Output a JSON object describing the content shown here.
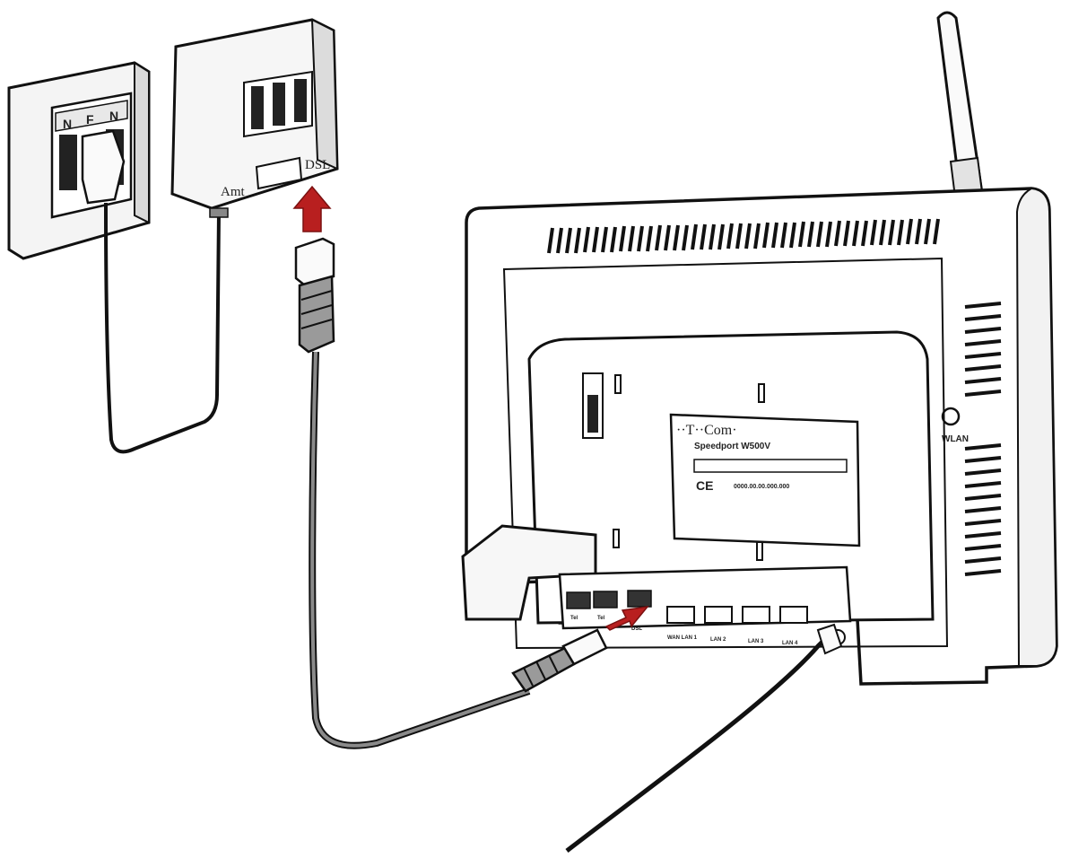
{
  "wall_socket": {
    "labels": [
      "N",
      "F",
      "N"
    ]
  },
  "splitter": {
    "label_amt": "Amt",
    "label_dsl": "DSL"
  },
  "router": {
    "brand": "··T··Com·",
    "model": "Speedport W500V",
    "serial": "0000.00.00.000.000",
    "wlan_label": "WLAN",
    "ports": [
      "WAN LAN 1",
      "LAN 2",
      "LAN 3",
      "LAN 4"
    ],
    "dsl_port": "DSL",
    "phone_ports": [
      "Tel",
      "Tel"
    ]
  },
  "colors": {
    "arrow": "#b81f1f",
    "line": "#111111",
    "cable_gray": "#8a8a8a"
  }
}
